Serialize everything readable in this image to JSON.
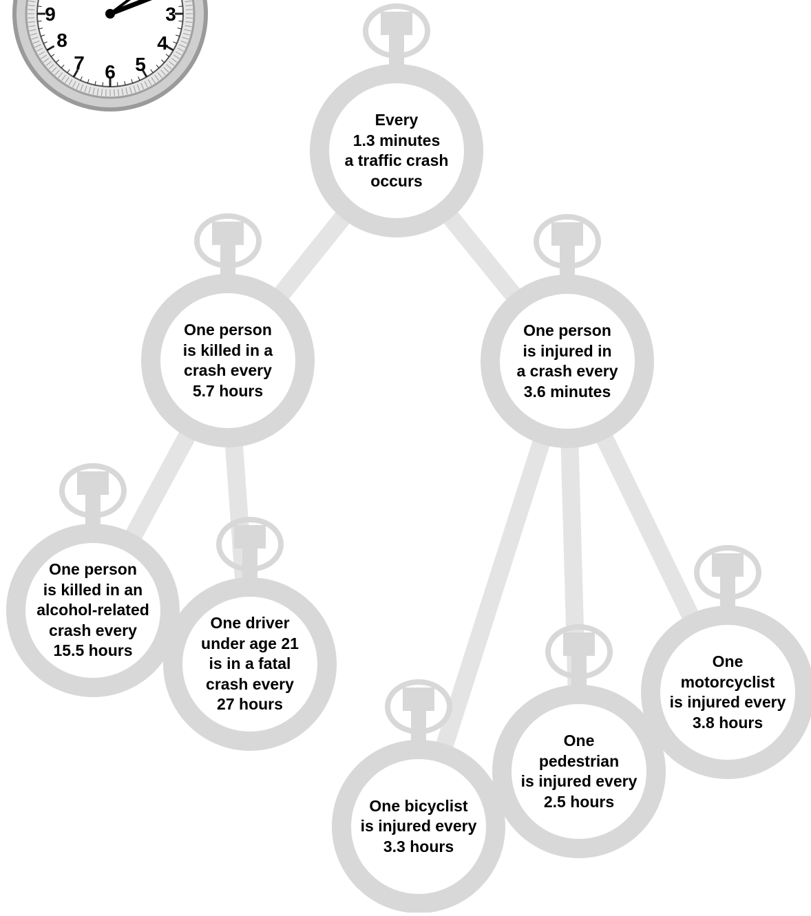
{
  "diagram": {
    "nodes": [
      {
        "id": "crash",
        "lines": [
          "Every",
          "1.3 minutes",
          "a traffic crash",
          "occurs"
        ]
      },
      {
        "id": "killed",
        "lines": [
          "One person",
          "is killed in a",
          "crash every",
          "5.7 hours"
        ]
      },
      {
        "id": "injured",
        "lines": [
          "One person",
          "is injured in",
          "a crash every",
          "3.6 minutes"
        ]
      },
      {
        "id": "alcohol",
        "lines": [
          "One person",
          "is killed in an",
          "alcohol-related",
          "crash every",
          "15.5 hours"
        ]
      },
      {
        "id": "under21",
        "lines": [
          "One driver",
          "under age 21",
          "is in a fatal",
          "crash every",
          "27 hours"
        ]
      },
      {
        "id": "bicyclist",
        "lines": [
          "One bicyclist",
          "is injured every",
          "3.3 hours"
        ]
      },
      {
        "id": "pedestrian",
        "lines": [
          "One",
          "pedestrian",
          "is injured every",
          "2.5 hours"
        ]
      },
      {
        "id": "motorcyclist",
        "lines": [
          "One",
          "motorcyclist",
          "is injured every",
          "3.8 hours"
        ]
      }
    ],
    "edges": [
      [
        "crash",
        "killed"
      ],
      [
        "crash",
        "injured"
      ],
      [
        "killed",
        "alcohol"
      ],
      [
        "killed",
        "under21"
      ],
      [
        "injured",
        "bicyclist"
      ],
      [
        "injured",
        "pedestrian"
      ],
      [
        "injured",
        "motorcyclist"
      ]
    ]
  },
  "clock": {
    "numerals": [
      "9",
      "3",
      "8",
      "4",
      "7",
      "6",
      "5"
    ]
  },
  "colors": {
    "ring": "#d8d8d8",
    "connector": "#e4e4e4",
    "text": "#000000",
    "clock_bezel": "#b8b8b8",
    "clock_face": "#ffffff"
  }
}
